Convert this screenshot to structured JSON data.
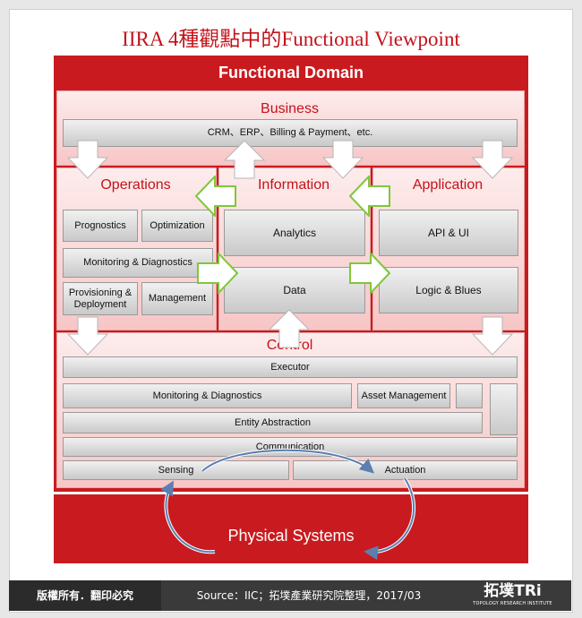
{
  "title": "IIRA 4種觀點中的Functional Viewpoint",
  "functional_domain": "Functional Domain",
  "business": {
    "label": "Business",
    "bar": "CRM、ERP、Billing & Payment、etc."
  },
  "operations": {
    "label": "Operations",
    "prognostics": "Prognostics",
    "optimization": "Optimization",
    "monitoring": "Monitoring & Diagnostics",
    "provisioning": "Provisioning & Deployment",
    "management": "Management"
  },
  "information": {
    "label": "Information",
    "analytics": "Analytics",
    "data": "Data"
  },
  "application": {
    "label": "Application",
    "api_ui": "API & UI",
    "logic": "Logic & Blues"
  },
  "control": {
    "label": "Control",
    "executor": "Executor",
    "monitoring": "Monitoring & Diagnostics",
    "asset": "Asset Management",
    "entity": "Entity Abstraction",
    "communication": "Communication",
    "sensing": "Sensing",
    "actuation": "Actuation"
  },
  "physical_systems": "Physical Systems",
  "footer": {
    "copyright": "版權所有．翻印必究",
    "source": "Source：IIC；拓墣產業研究院整理，2017/03",
    "logo": "拓墣TRi",
    "logo_sub": "TOPOLOGY RESEARCH INSTITUTE"
  },
  "colors": {
    "brand_red": "#c91b1f",
    "title_red": "#c4121a",
    "zone_pink": "#f7c6c6",
    "arrow_green": "#7ec83a"
  }
}
